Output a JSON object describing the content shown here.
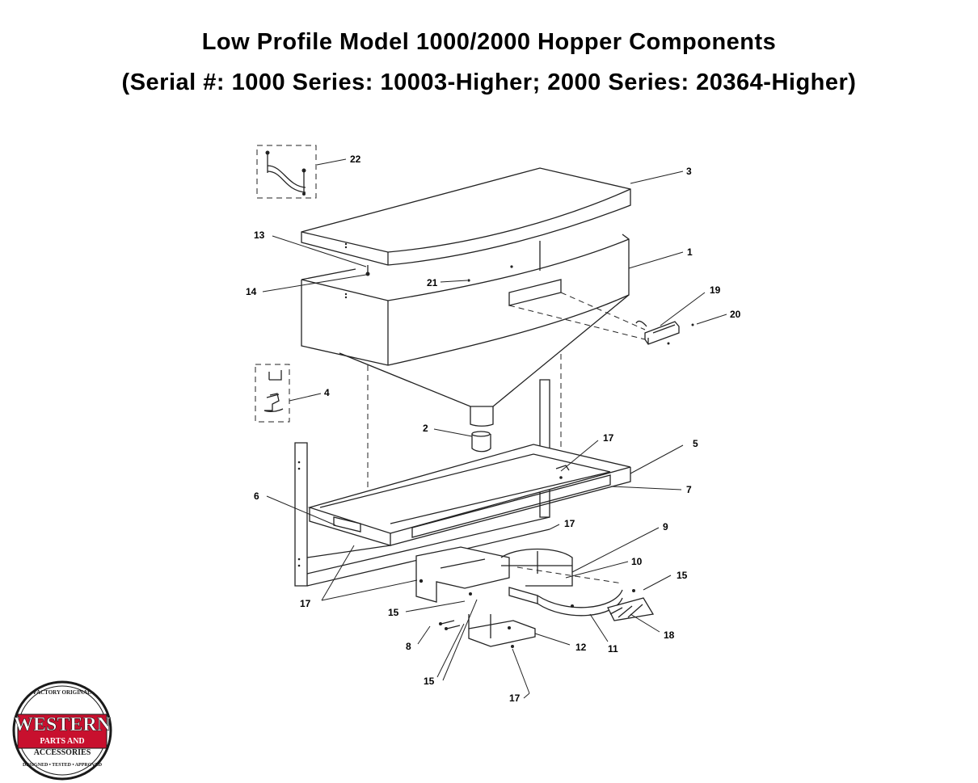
{
  "title_line1": "Low Profile Model 1000/2000 Hopper Components",
  "title_line2": "(Serial #: 1000 Series: 10003-Higher; 2000 Series: 20364-Higher)",
  "callouts": {
    "c1": "1",
    "c2": "2",
    "c3": "3",
    "c4": "4",
    "c5": "5",
    "c6": "6",
    "c7": "7",
    "c8": "8",
    "c9": "9",
    "c10": "10",
    "c11": "11",
    "c12": "12",
    "c13": "13",
    "c14": "14",
    "c15a": "15",
    "c15b": "15",
    "c15c": "15",
    "c17a": "17",
    "c17b": "17",
    "c17c": "17",
    "c17d": "17",
    "c18": "18",
    "c19": "19",
    "c20": "20",
    "c21": "21",
    "c22": "22"
  },
  "logo": {
    "top": "FACTORY ORIGINAL",
    "brand": "WESTERN",
    "line1": "PARTS AND",
    "line2": "ACCESSORIES",
    "bottom": "DESIGNED • TESTED • APPROVED",
    "colors": {
      "red": "#c8102e",
      "dark": "#1a1a1a"
    }
  }
}
